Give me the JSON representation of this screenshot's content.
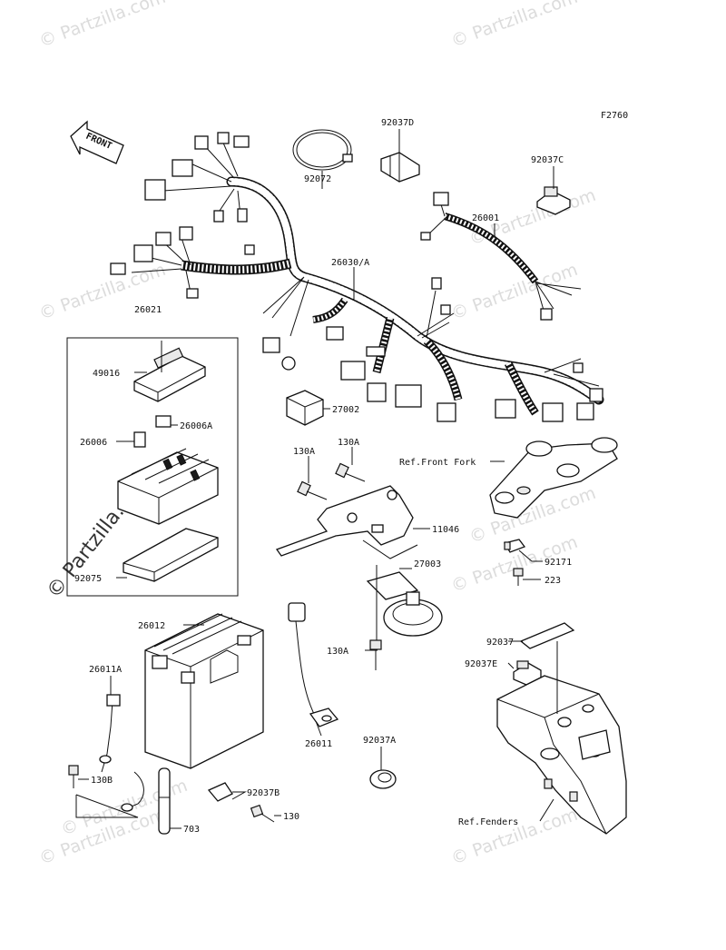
{
  "figure_id": "F2760",
  "direction_label": "FRONT",
  "watermarks": [
    "© Partzilla.com",
    "© Partzilla.com",
    "© Partzilla.com",
    "© Partzilla.com",
    "© Partzilla.com",
    "© Partzilla.com",
    "© Partzilla.com",
    "© Partzilla.com",
    "© Partzilla.com",
    "© Partzilla.com"
  ],
  "center_watermark": "© Partzilla.com",
  "part_labels": {
    "p92037D": "92037D",
    "p92072": "92072",
    "p92037C": "92037C",
    "p26001": "26001",
    "p26030A": "26030/A",
    "p26021": "26021",
    "p49016": "49016",
    "p26006A": "26006A",
    "p26006": "26006",
    "p27002": "27002",
    "p130A_1": "130A",
    "p130A_2": "130A",
    "p130A_3": "130A",
    "p11046": "11046",
    "p27003": "27003",
    "p92171": "92171",
    "p223": "223",
    "p92075": "92075",
    "p26012": "26012",
    "p26011A": "26011A",
    "p26011": "26011",
    "p92037": "92037",
    "p92037E": "92037E",
    "p92037A": "92037A",
    "p130B": "130B",
    "p92037B": "92037B",
    "p130": "130",
    "p703": "703"
  },
  "ref_labels": {
    "front_fork": "Ref.Front Fork",
    "fenders": "Ref.Fenders"
  }
}
